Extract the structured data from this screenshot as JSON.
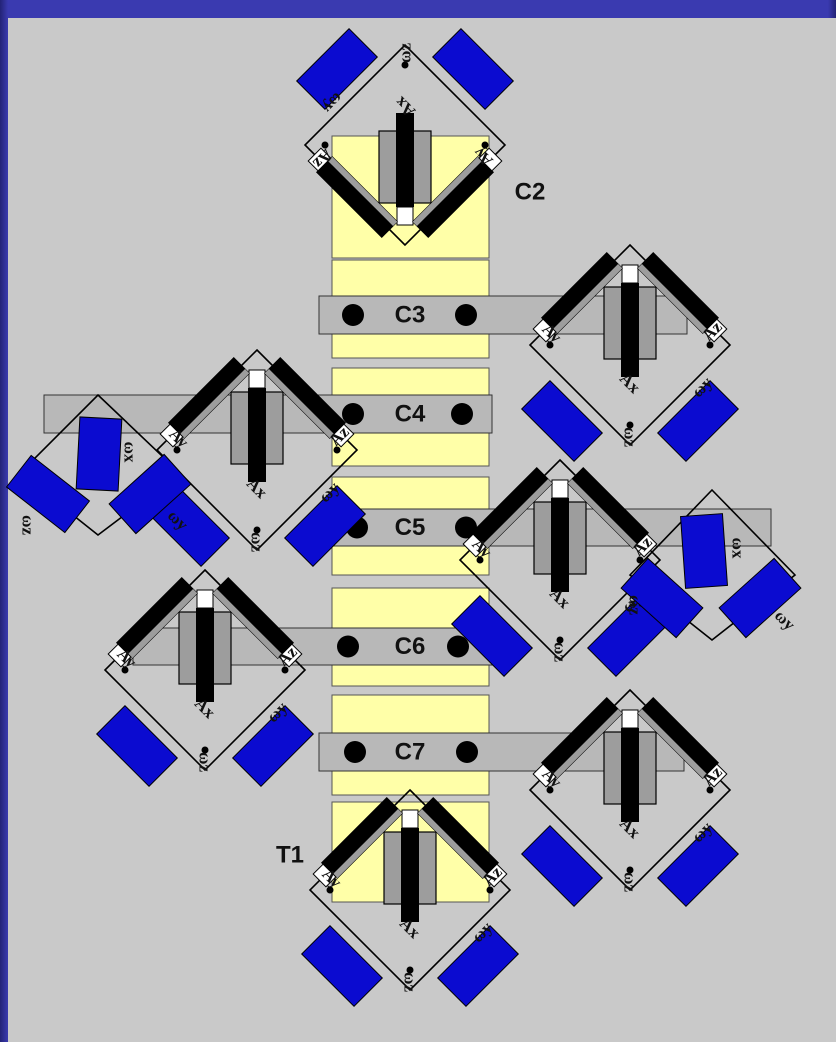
{
  "figure": {
    "segments": [
      {
        "id": "C2",
        "label": "C2"
      },
      {
        "id": "C3",
        "label": "C3"
      },
      {
        "id": "C4",
        "label": "C4"
      },
      {
        "id": "C5",
        "label": "C5"
      },
      {
        "id": "C6",
        "label": "C6"
      },
      {
        "id": "C7",
        "label": "C7"
      },
      {
        "id": "T1",
        "label": "T1"
      }
    ],
    "axis_labels": {
      "ax": "Ax",
      "ay": "Ay",
      "az": "Az"
    },
    "gyro_labels": {
      "wx": "ωx",
      "wy": "ωy",
      "wz": "ωz"
    },
    "colors": {
      "background": "#c9c9c9",
      "frame": "#2e2e9c",
      "vertebra": "#ffffa8",
      "bar": "#b8b8b8",
      "gyro": "#0b0bd0",
      "sensor_gray": "#9d9d9d",
      "sensor_black": "#000000",
      "line": "#000000"
    }
  }
}
